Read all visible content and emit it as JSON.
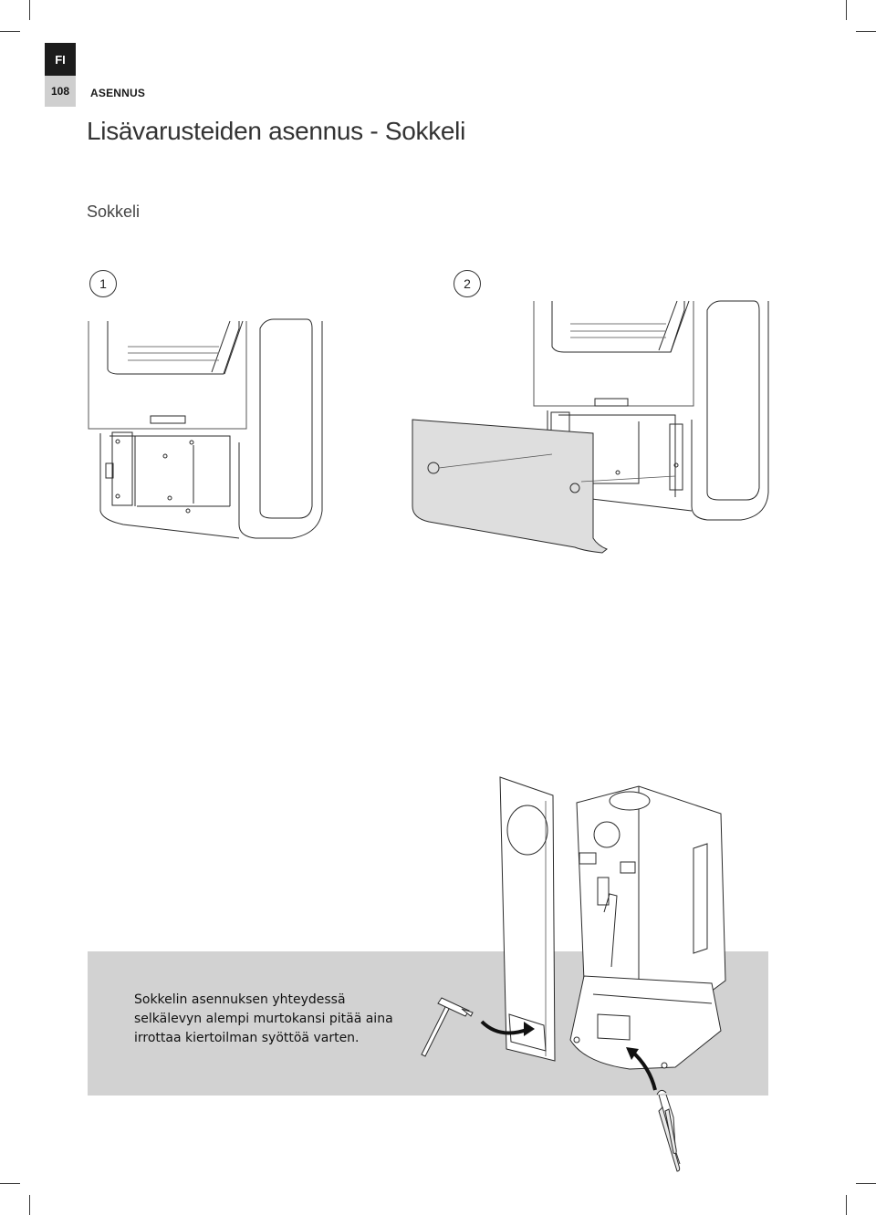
{
  "header": {
    "language_badge": "FI",
    "page_number": "108",
    "section": "ASENNUS"
  },
  "title": "Lisävarusteiden asennus - Sokkeli",
  "subtitle": "Sokkeli",
  "steps": [
    {
      "number": "1"
    },
    {
      "number": "2"
    }
  ],
  "note": {
    "lines": [
      "Sokkelin asennuksen yhteydessä",
      "selkälevyn alempi murtokansi pitää aina",
      "irrottaa kiertoilman syöttöä varten."
    ]
  },
  "colors": {
    "badge_dark": "#1c1c1c",
    "badge_grey": "#cfcfcf",
    "note_background": "#d2d2d2",
    "panel_fill": "#dedede"
  },
  "icons": [
    "hammer-icon",
    "pliers-icon",
    "arrow-icon"
  ]
}
